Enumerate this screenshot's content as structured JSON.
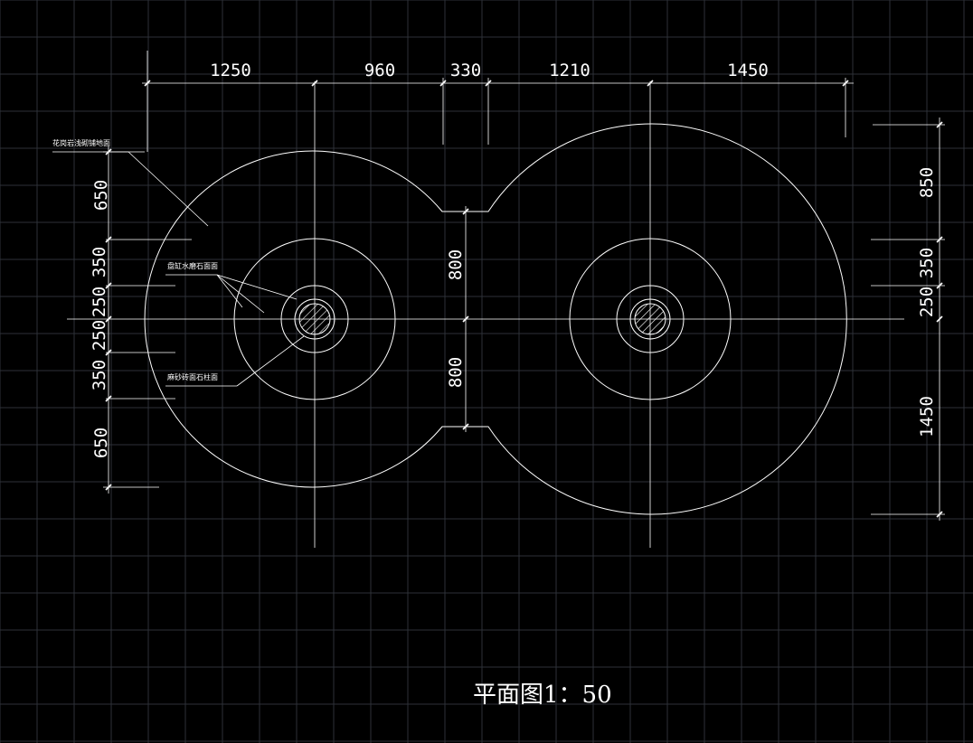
{
  "drawing": {
    "title": "平面图1：50",
    "top_dimensions": [
      "1250",
      "960",
      "330",
      "1210",
      "1450"
    ],
    "left_dimensions": [
      "650",
      "350",
      "250",
      "250",
      "350",
      "650"
    ],
    "middle_dimensions": [
      "800",
      "800"
    ],
    "right_dimensions": [
      "850",
      "350",
      "250",
      "1450"
    ],
    "annotations": {
      "outer": "花岗岩浅砌铺地面",
      "ring": "盘缸水磨石面面",
      "column": "麻砂砖面石柱面"
    },
    "colors": {
      "background": "#000000",
      "lines": "#ffffff",
      "grid": "#2e3138"
    }
  }
}
